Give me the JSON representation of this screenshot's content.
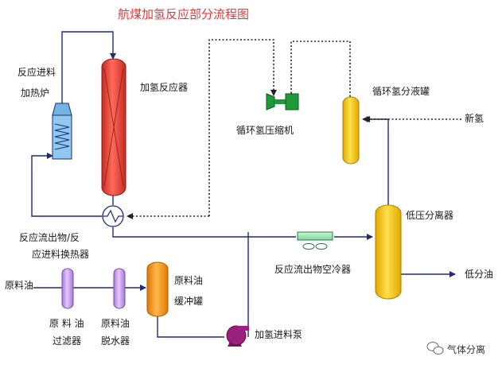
{
  "title": "航煤加氢反应部分流程图",
  "colors": {
    "title": "#e23a3a",
    "flow_line": "#1f2a7a",
    "reactor_red": "#e4453a",
    "tank_yellow": "#f3c400",
    "buffer_orange": "#f39a1a",
    "filter_violet": "#c79be8",
    "pump_purple": "#9b1f7c",
    "compressor_green": "#1f9a3a",
    "furnace_blue": "#8fc9ee",
    "cooler_green": "#98e5b0"
  },
  "labels": {
    "furnace_line1": "反应进料",
    "furnace_line2": "加热炉",
    "reactor": "加氢反应器",
    "compressor": "循环氢压缩机",
    "recycle_tank": "循环氢分液罐",
    "new_h2": "新氢",
    "exchanger_line1": "反应流出物/反",
    "exchanger_line2": "应进料换热器",
    "lp_separator": "低压分离器",
    "air_cooler": "反应流出物空冷器",
    "low_oil": "低分油",
    "feed_oil": "原料油",
    "filter_line1": "原 料 油",
    "filter_line2": "过滤器",
    "dehydrator_line1": "原料油",
    "dehydrator_line2": "脱水器",
    "buffer_line1": "原料油",
    "buffer_line2": "缓冲罐",
    "pump": "加氢进料泵"
  },
  "watermark": {
    "icon": "wechat-icon",
    "text": "气体分离"
  }
}
